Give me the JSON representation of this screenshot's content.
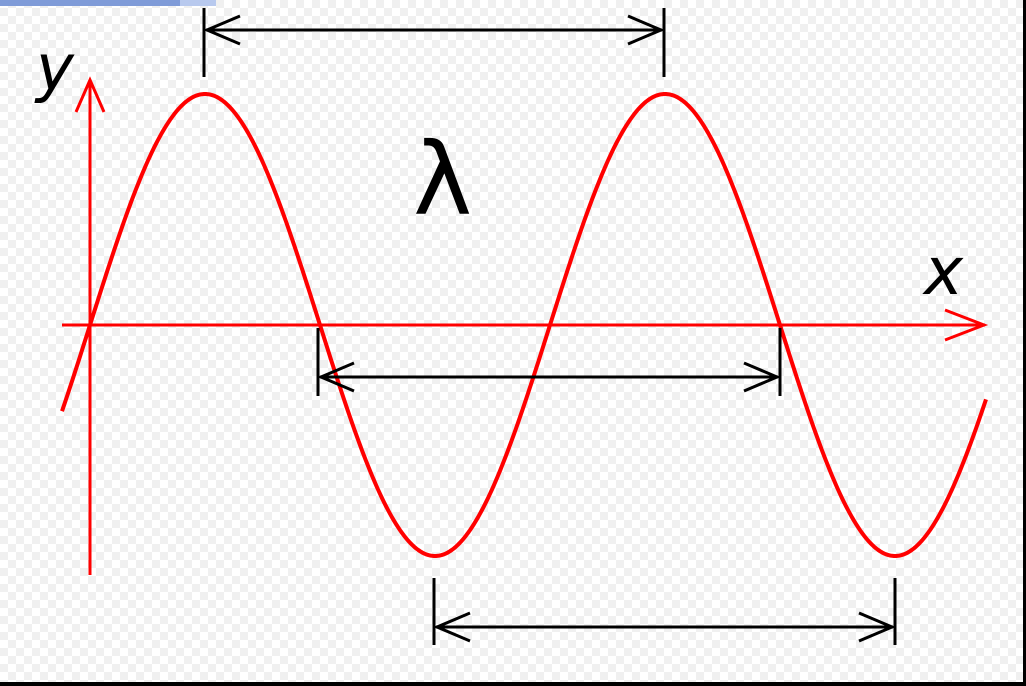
{
  "diagram": {
    "type": "sine-wave-wavelength",
    "labels": {
      "y_axis": "y",
      "x_axis": "x",
      "wavelength": "λ"
    },
    "colors": {
      "wave": "#ff0000",
      "axes": "#ff0000",
      "dimension_lines": "#000000",
      "selection_strip": "#7f9bd8"
    },
    "dimensions": [
      {
        "name": "crest-to-crest",
        "label": "λ"
      },
      {
        "name": "node-to-node"
      },
      {
        "name": "trough-to-trough"
      }
    ],
    "wave": {
      "cycles_shown": 2.0
    }
  }
}
